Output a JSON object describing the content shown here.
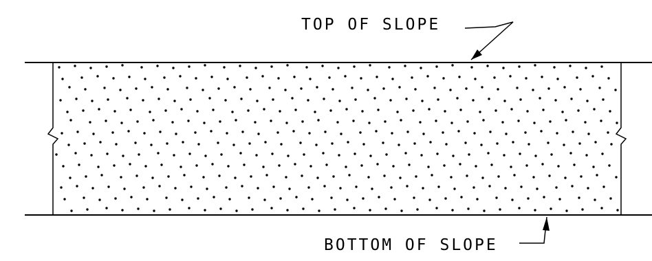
{
  "labels": {
    "top_of_slope": "TOP OF SLOPE",
    "bottom_of_slope": "BOTTOM OF SLOPE"
  },
  "colors": {
    "line": "#000000",
    "background": "#ffffff",
    "stipple": "#000000"
  },
  "pattern": {
    "name": "stipple-dot-fill"
  }
}
